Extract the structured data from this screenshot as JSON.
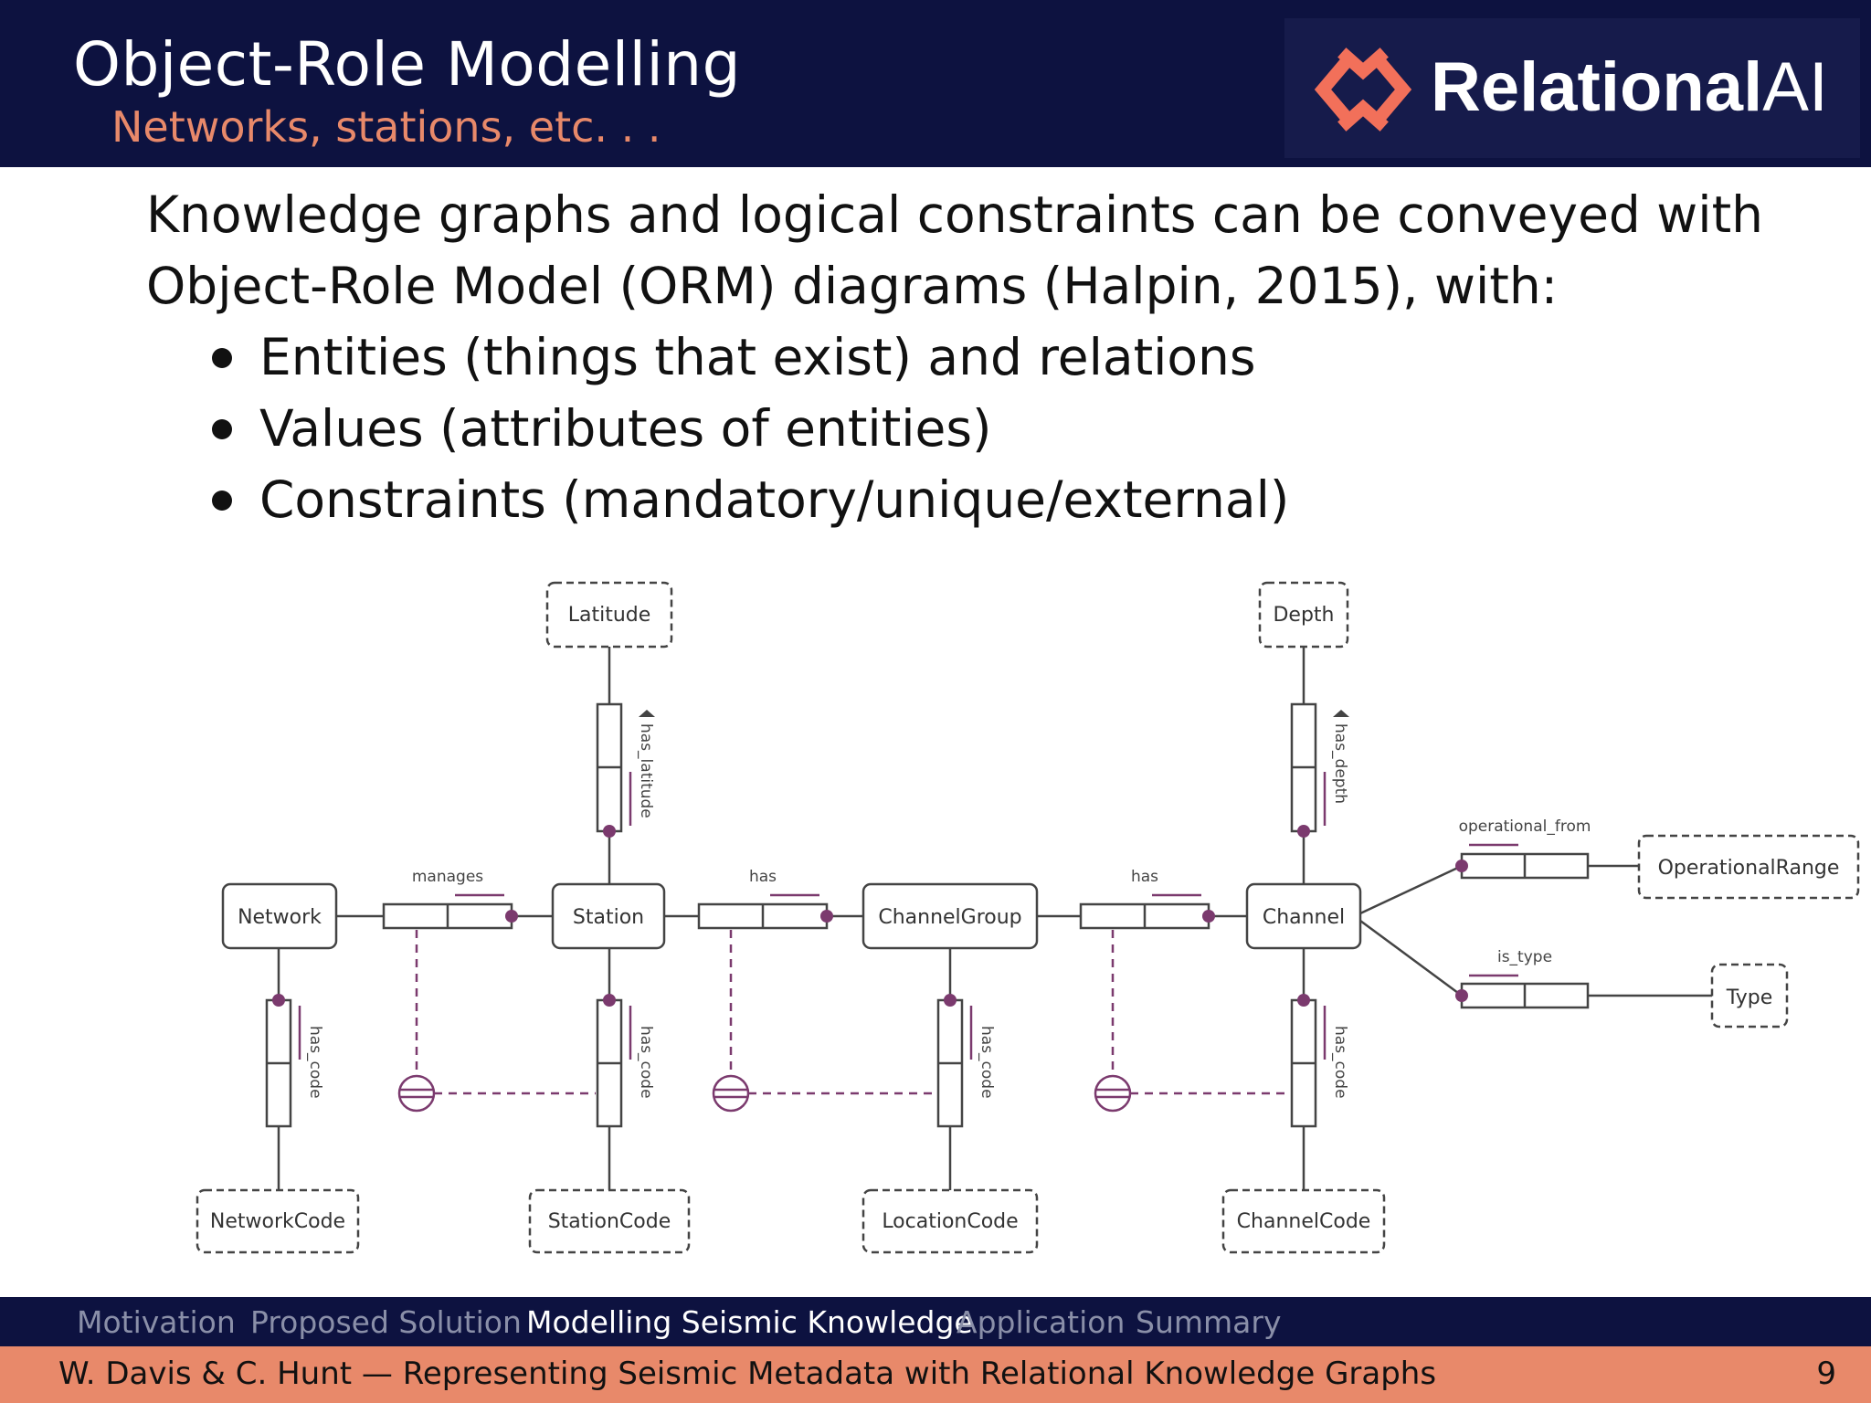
{
  "header": {
    "title": "Object-Role Modelling",
    "subtitle": "Networks, stations, etc. . .",
    "logo_text_bold": "Relational",
    "logo_text_light": "AI"
  },
  "content": {
    "intro_line1": "Knowledge graphs and logical constraints can be conveyed with",
    "intro_line2": "Object-Role Model (ORM) diagrams (Halpin, 2015), with:",
    "bullets": [
      "Entities (things that exist) and relations",
      "Values (attributes of entities)",
      "Constraints (mandatory/unique/external)"
    ]
  },
  "diagram": {
    "entities": {
      "network": "Network",
      "station": "Station",
      "channel_group": "ChannelGroup",
      "channel": "Channel"
    },
    "values": {
      "latitude": "Latitude",
      "depth": "Depth",
      "network_code": "NetworkCode",
      "station_code": "StationCode",
      "location_code": "LocationCode",
      "channel_code": "ChannelCode",
      "operational_range": "OperationalRange",
      "type": "Type"
    },
    "roles": {
      "manages": "manages",
      "has_station_group": "has",
      "has_group_channel": "has",
      "has_latitude": "has_latitude",
      "has_depth": "has_depth",
      "has_code_network": "has_code",
      "has_code_station": "has_code",
      "has_code_group": "has_code",
      "has_code_channel": "has_code",
      "operational_from": "operational_from",
      "is_type": "is_type"
    },
    "colors": {
      "line": "#444444",
      "constraint": "#7b3a6e"
    }
  },
  "nav": {
    "items": [
      "Motivation",
      "Proposed Solution",
      "Modelling Seismic Knowledge",
      "Application",
      "Summary"
    ],
    "active_index": 2
  },
  "footer": {
    "text": "W. Davis & C. Hunt — Representing Seismic Metadata with Relational Knowledge Graphs",
    "page": "9"
  },
  "colors": {
    "header_bg": "#0d1240",
    "accent": "#e8896a",
    "logo_icon": "#f2705a"
  }
}
